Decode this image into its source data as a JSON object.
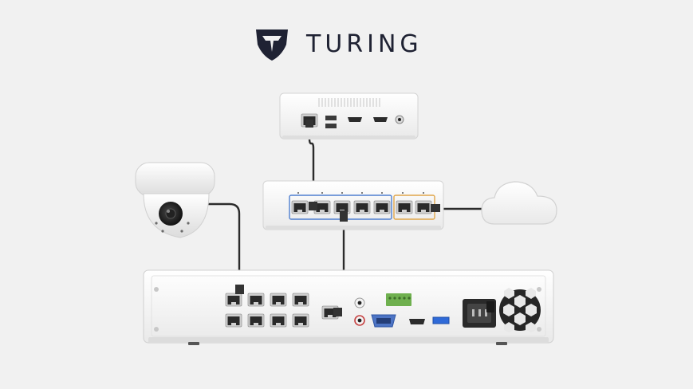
{
  "brand": {
    "name": "TURING",
    "logo_icon": "shield-logo-icon",
    "color": "#1f2233"
  },
  "diagram": {
    "devices": [
      {
        "id": "mini-pc",
        "kind": "computer",
        "ports": [
          "ethernet",
          "usb",
          "usb",
          "hdmi",
          "hdmi",
          "audio"
        ]
      },
      {
        "id": "network-switch",
        "kind": "switch",
        "poe_ports": 5,
        "uplink_ports": 2
      },
      {
        "id": "dome-camera",
        "kind": "ip-camera"
      },
      {
        "id": "cloud",
        "kind": "internet"
      },
      {
        "id": "nvr",
        "kind": "network-video-recorder",
        "poe_ports": 8,
        "ports": [
          "ethernet",
          "audio",
          "vga",
          "hdmi",
          "usb",
          "power",
          "fan"
        ]
      }
    ],
    "connections": [
      {
        "from": "mini-pc",
        "to": "network-switch"
      },
      {
        "from": "dome-camera",
        "to": "nvr"
      },
      {
        "from": "network-switch",
        "to": "nvr"
      },
      {
        "from": "network-switch",
        "to": "cloud"
      }
    ],
    "colors": {
      "poe_group_outline": "#4f7fd0",
      "uplink_group_outline": "#e0a64a",
      "cable": "#2b2b2b",
      "device_body": "#fafafa"
    }
  }
}
